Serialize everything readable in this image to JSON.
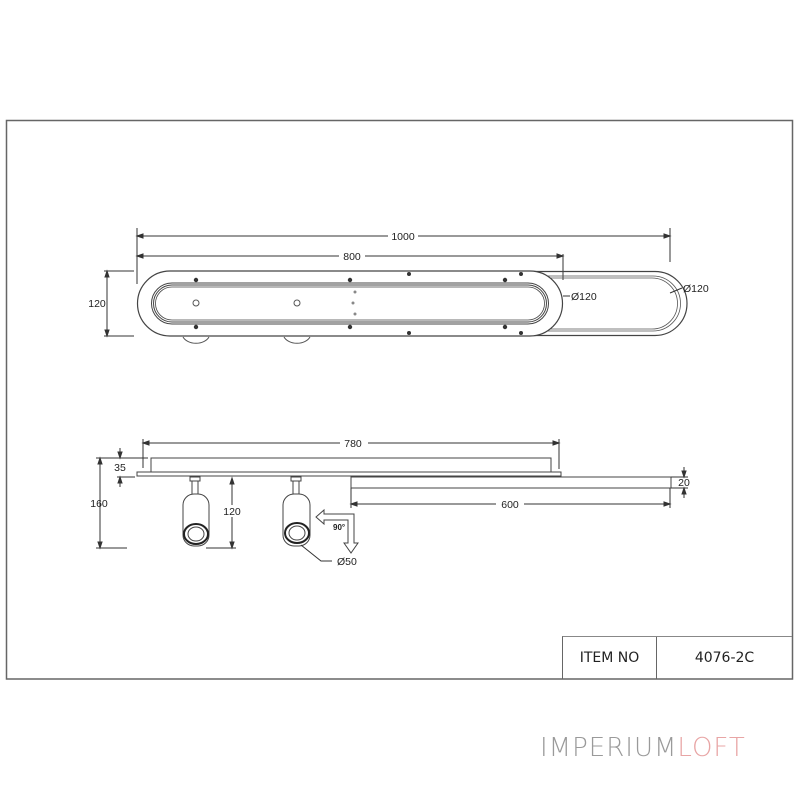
{
  "drawing": {
    "top_view": {
      "dimensions": {
        "overall_length": "1000",
        "base_length": "800",
        "height": "120",
        "base_end_diameter": "Ø120",
        "slide_end_diameter": "Ø120"
      }
    },
    "side_view": {
      "dimensions": {
        "canopy_length": "780",
        "canopy_height": "35",
        "total_height": "160",
        "spot_height": "120",
        "slide_length": "600",
        "slide_thickness": "20",
        "rotation_angle": "90°",
        "spot_diameter": "Ø50"
      }
    }
  },
  "title_block": {
    "label": "ITEM NO",
    "value": "4076-2C"
  },
  "brand": {
    "part1": "IMPERIUM",
    "part2": "LOFT",
    "color1": "#9a9a9a",
    "color2": "#e8a5a5"
  },
  "colors": {
    "line": "#333333",
    "frame": "#666666"
  }
}
